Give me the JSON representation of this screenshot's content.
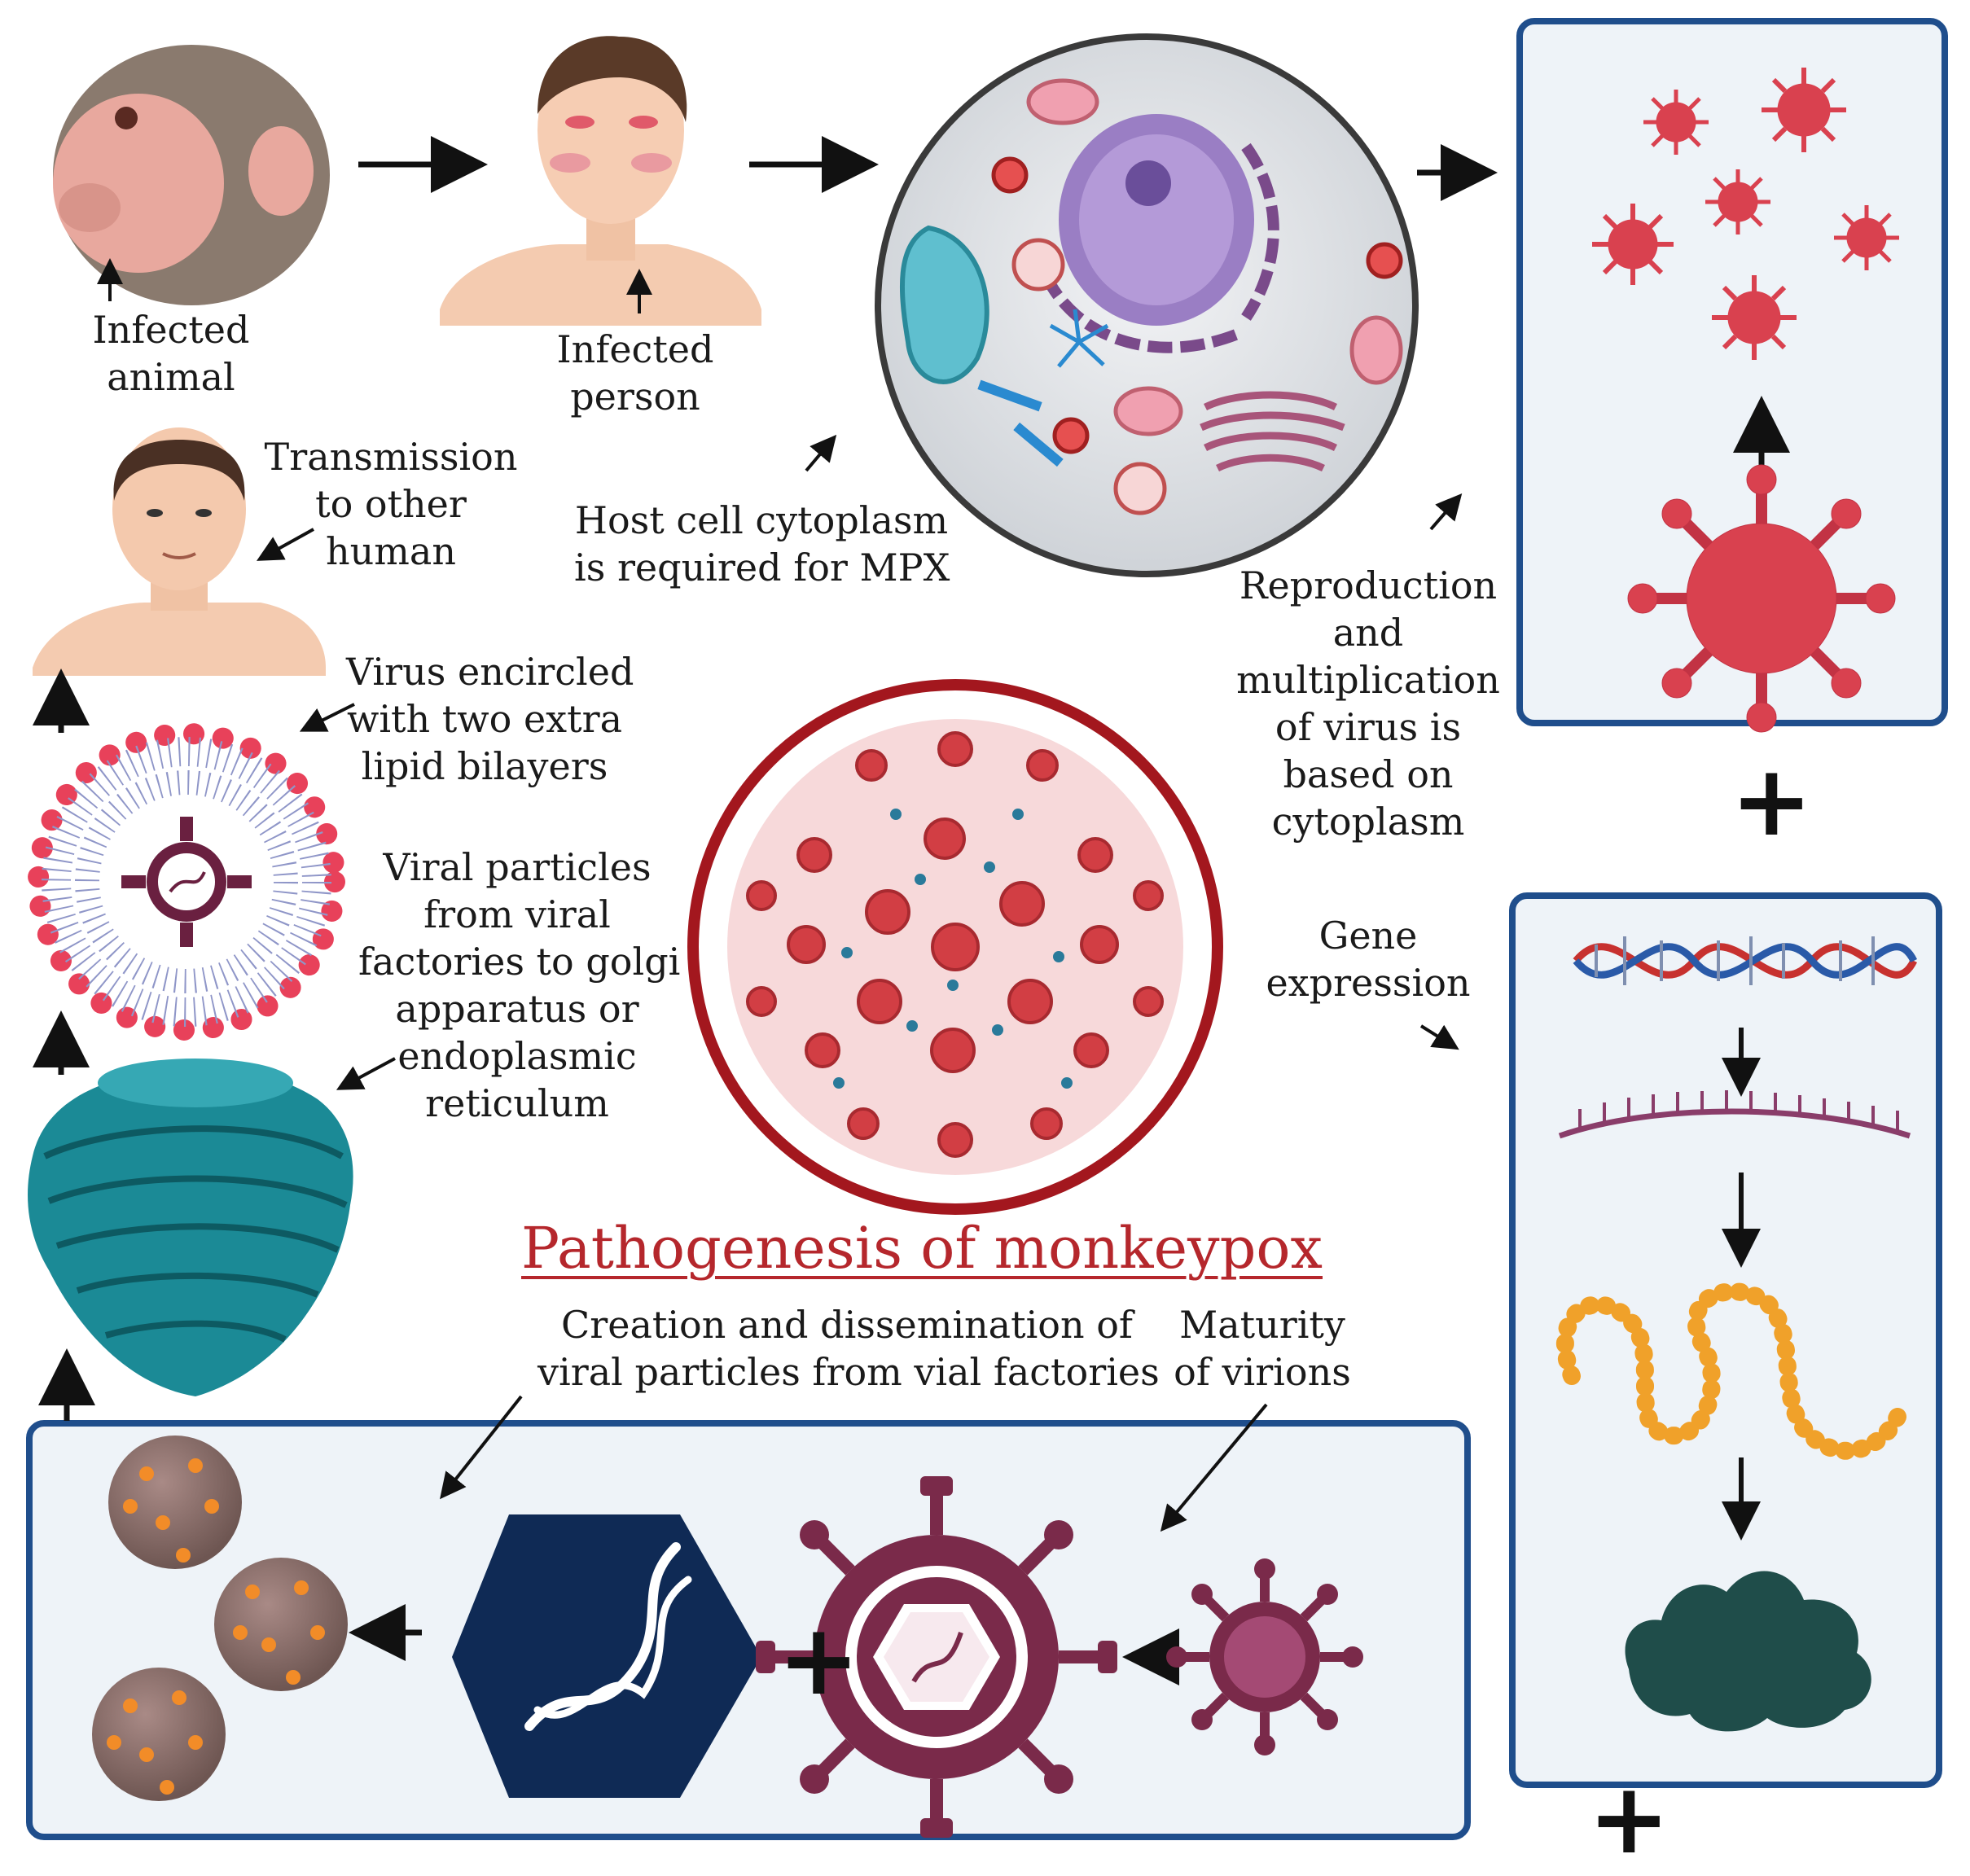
{
  "title": "Pathogenesis of monkeypox",
  "labels": {
    "infected_animal": [
      "Infected",
      "animal"
    ],
    "infected_person": [
      "Infected",
      "person"
    ],
    "transmission": [
      "Transmission",
      "to other",
      "human"
    ],
    "host_cell": [
      "Host cell cytoplasm",
      "is required for MPX"
    ],
    "reproduction": [
      "Reproduction",
      "and",
      "multiplication",
      "of virus  is",
      "based on",
      "cytoplasm"
    ],
    "virus_encircled": [
      "Virus encircled",
      "with two extra",
      "lipid bilayers"
    ],
    "viral_particles": [
      "Viral particles",
      "from viral",
      "factories to golgi",
      "apparatus or",
      "endoplasmic",
      "reticulum"
    ],
    "gene_expression": [
      "Gene",
      "expression"
    ],
    "creation": [
      "Creation and dissemination of",
      "viral particles from vial factories"
    ],
    "maturity": [
      "Maturity",
      "of virions"
    ]
  },
  "plus_sign": "+",
  "colors": {
    "title": "#b5272c",
    "box_border": "#1f4e8c",
    "box_fill": "#eef3f8",
    "virus_red": "#d9414f",
    "virion_purple": "#7a2a4a",
    "golgi_teal": "#1b8a96",
    "hexagon_navy": "#0f2a55"
  },
  "icons": [
    "monkey-icon",
    "infected-person-icon",
    "human-icon",
    "host-cell-icon",
    "virus-icon",
    "lipid-bilayer-icon",
    "golgi-icon",
    "virion-icon",
    "hexagon-dna-icon",
    "dna-icon",
    "mrna-icon",
    "protein-chain-icon",
    "protein-fold-icon"
  ]
}
